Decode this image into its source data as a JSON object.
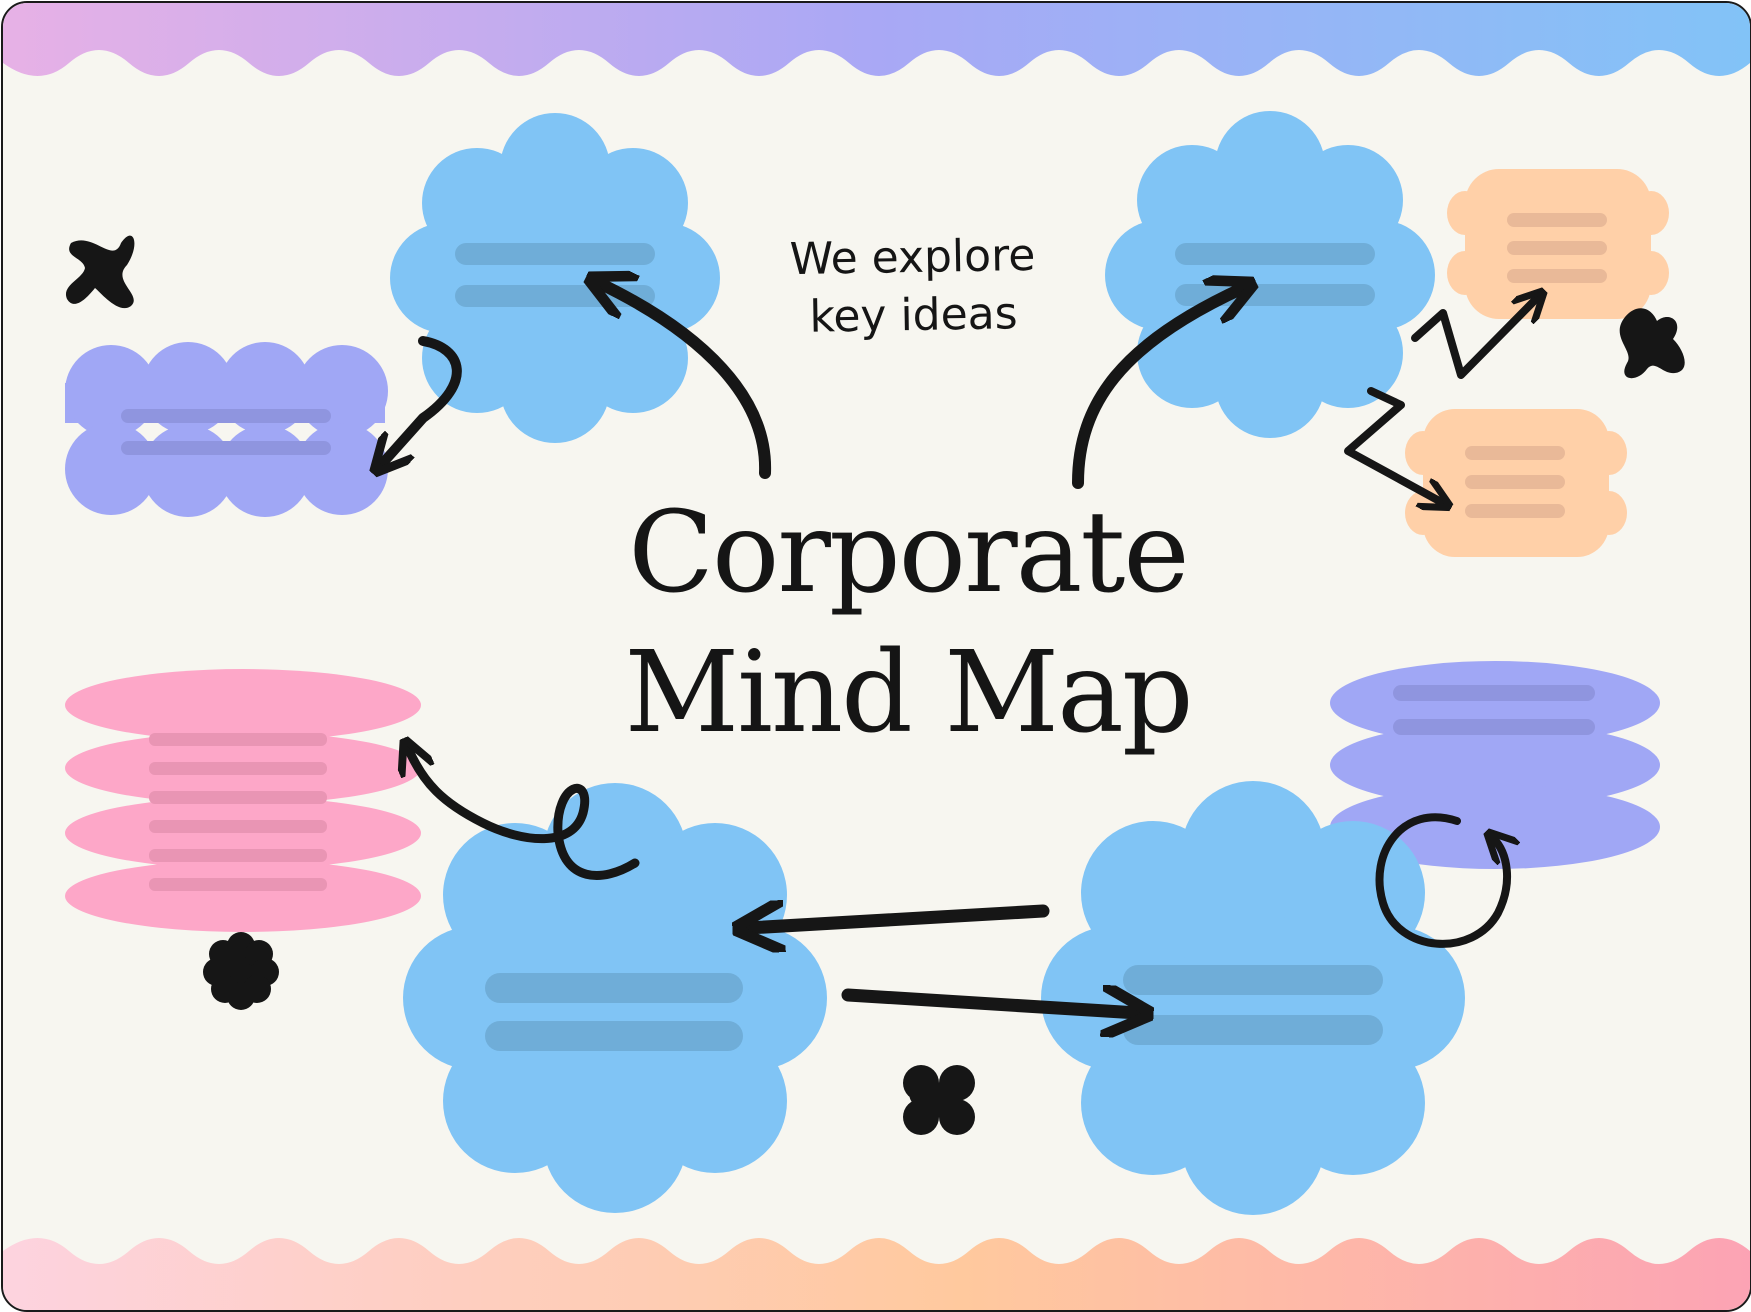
{
  "title": {
    "line1": "Corporate",
    "line2": "Mind Map"
  },
  "note": {
    "line1": "We explore",
    "line2": "key ideas"
  },
  "colors": {
    "background": "#f7f6f0",
    "cloud_blue": "#80c4f5",
    "cloud_purple": "#a0a7f5",
    "sticker_orange": "#ffd0a8",
    "stack_pink": "#fda7c8",
    "ink": "#161616"
  }
}
